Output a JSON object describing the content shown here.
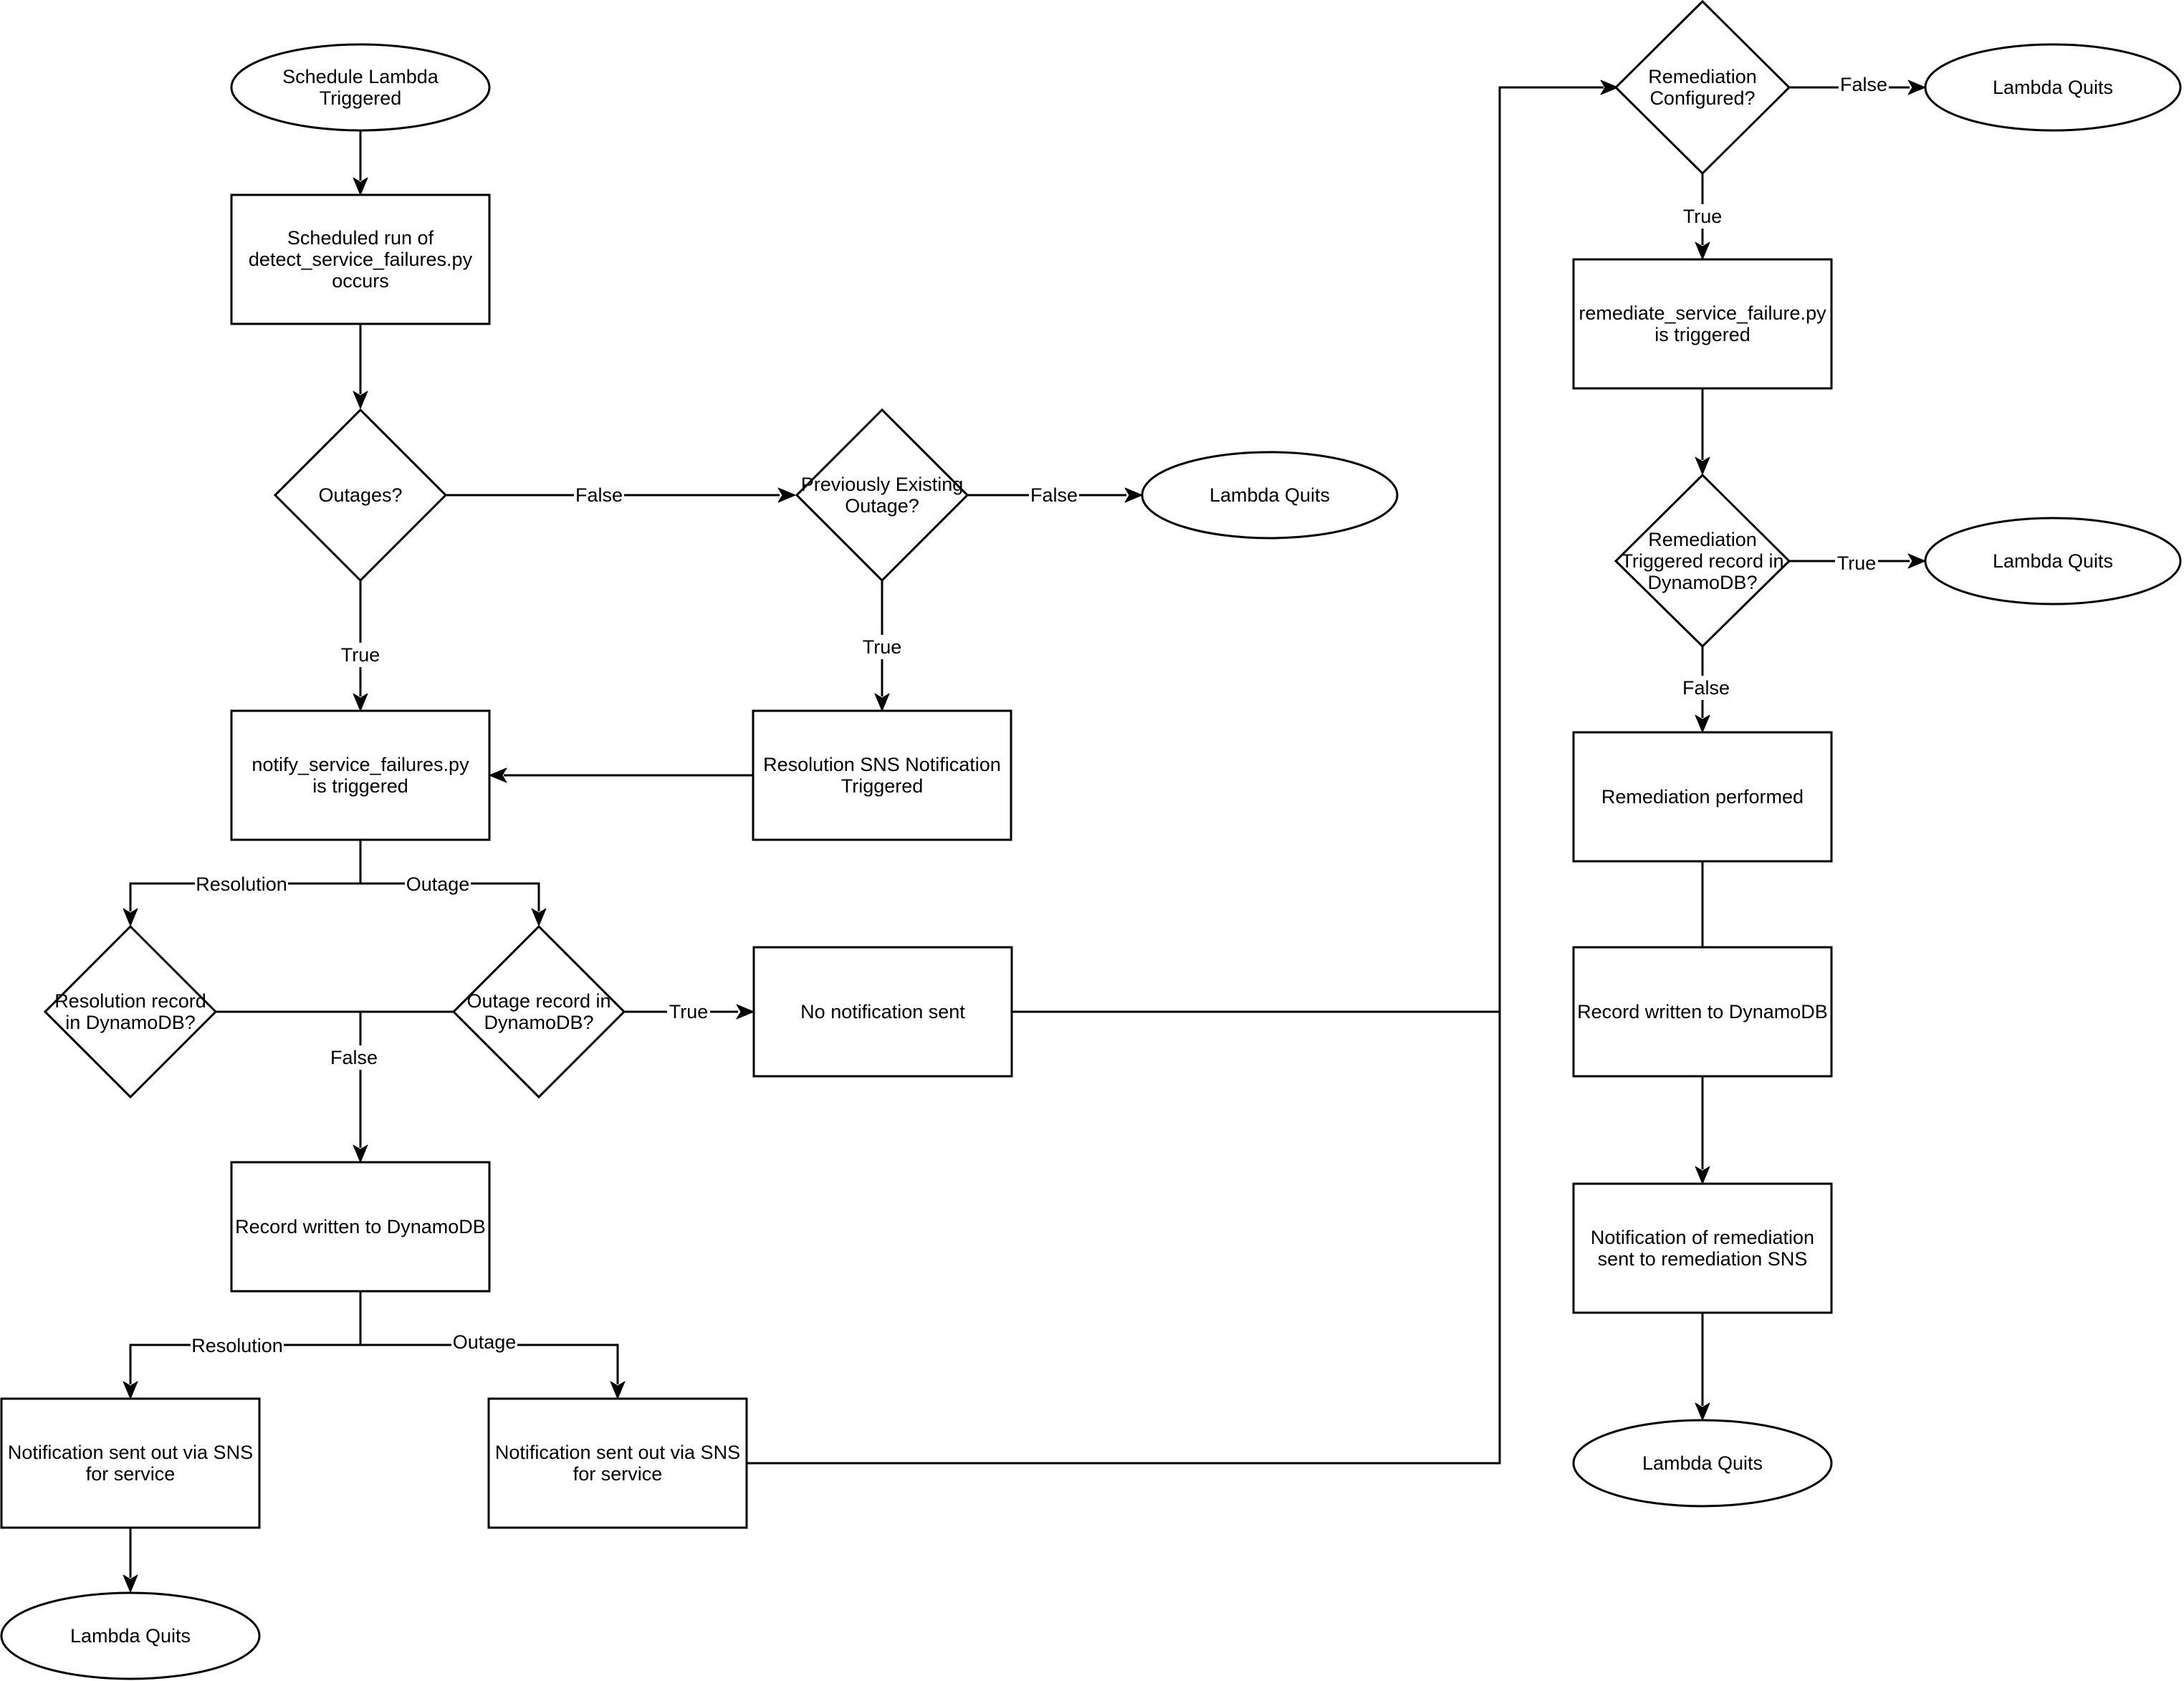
{
  "nodes": {
    "start": "Schedule Lambda|Triggered",
    "detect": "Scheduled run of|detect_service_failures.py|occurs",
    "outages": "Outages?",
    "prev_outage": "Previously Existing|Outage?",
    "quit_prev": "Lambda Quits",
    "notify": "notify_service_failures.py|is triggered",
    "resolution_sns": "Resolution SNS Notification|Triggered",
    "resolution_record": "Resolution record|in DynamoDB?",
    "outage_record": "Outage record in|DynamoDB?",
    "no_notification": "No notification sent",
    "record_written_left": "Record written to DynamoDB",
    "notif_resolution": "Notification sent out via SNS|for service",
    "notif_outage": "Notification sent out via SNS|for service",
    "quit_bottom": "Lambda Quits",
    "remediation_configured": "Remediation|Configured?",
    "quit_top_right": "Lambda Quits",
    "remediate": "remediate_service_failure.py|is triggered",
    "remediation_triggered": "Remediation|Triggered record in|DynamoDB?",
    "quit_mid_right": "Lambda Quits",
    "remediation_performed": "Remediation performed",
    "record_written_right": "Record written to DynamoDB",
    "notif_remediation": "Notification of remediation|sent to remediation SNS",
    "quit_final": "Lambda Quits"
  },
  "edge_labels": {
    "outages_false": "False",
    "prev_false": "False",
    "outages_true": "True",
    "prev_true": "True",
    "branch_resolution": "Resolution",
    "branch_outage": "Outage",
    "outage_record_true": "True",
    "records_false": "False",
    "written_resolution": "Resolution",
    "written_outage": "Outage",
    "remediation_configured_false": "False",
    "remediation_configured_true": "True",
    "remediation_triggered_true": "True",
    "remediation_triggered_false": "False"
  }
}
